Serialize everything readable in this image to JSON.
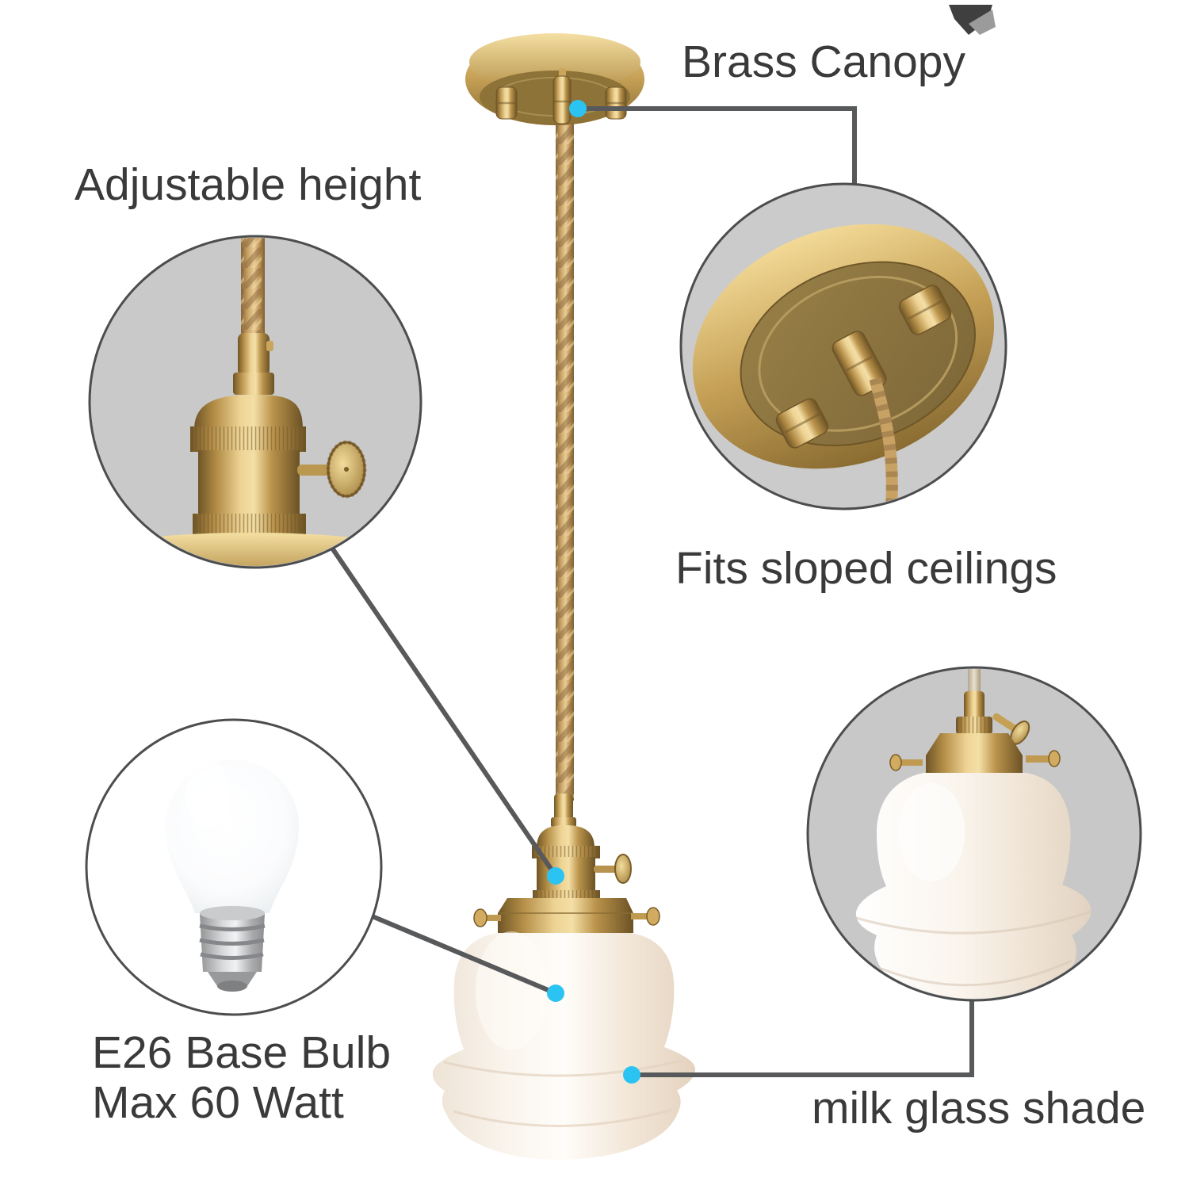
{
  "annotations": {
    "brass_canopy": "Brass Canopy",
    "adjustable_height": "Adjustable height",
    "fits_sloped_ceilings": "Fits sloped ceilings",
    "bulb_line1": "E26 Base Bulb",
    "bulb_line2": "Max 60 Watt",
    "milk_glass_shade": "milk glass shade"
  },
  "colors": {
    "text": "#3a3a3a",
    "callout_line": "#58595b",
    "callout_dot": "#2bc3f2",
    "brass": "#c9a258",
    "cord": "#c8a264",
    "detail_circle_bg": "#c9c9c9",
    "bulb_circle_bg": "#ffffff",
    "shade_glass": "#f6efe7"
  }
}
